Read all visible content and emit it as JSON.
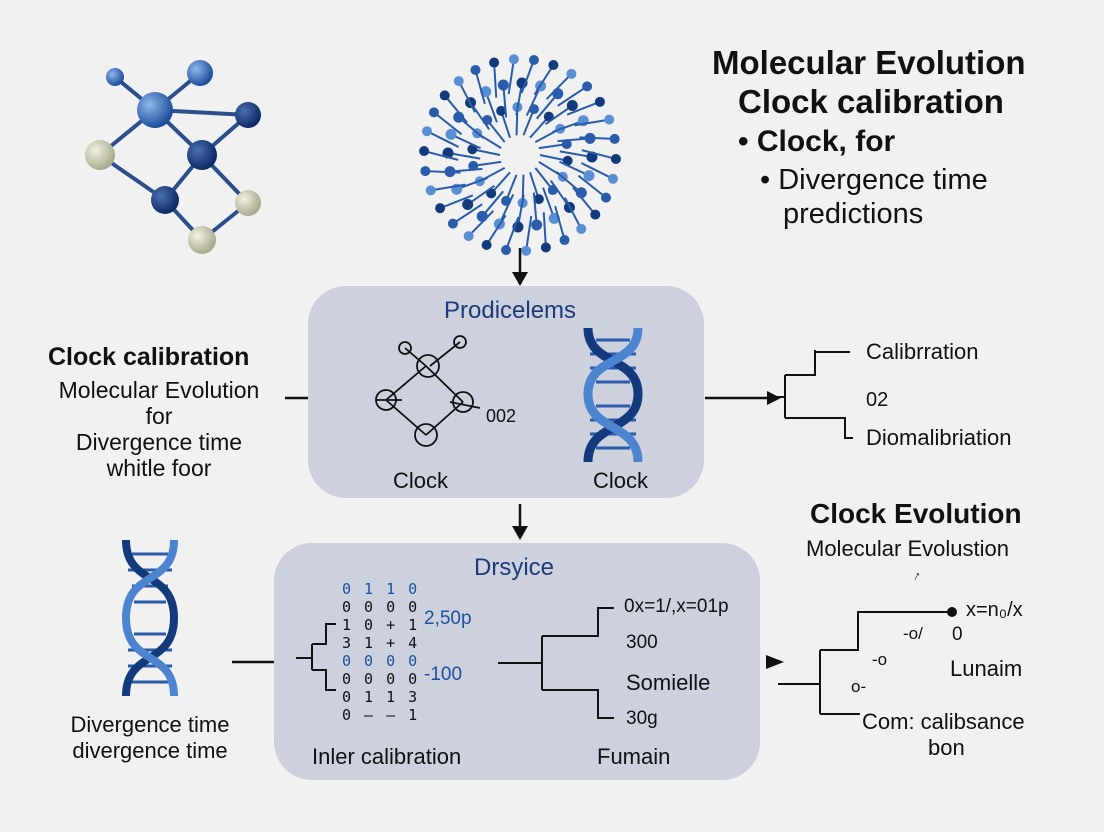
{
  "title": {
    "line1": "Molecular Evolution",
    "line2": "Clock calibration",
    "bullet1": "• Clock, for",
    "bullet2_line1": "• Divergence time",
    "bullet2_line2": "predictions"
  },
  "left_top": {
    "heading": "Clock calibration",
    "line1": "Molecular Evolution",
    "line2": "for",
    "line3": "Divergence time",
    "line4": "whitle foor"
  },
  "box_top": {
    "title": "Prodicelems",
    "label_left": "Clock",
    "label_right": "Clock",
    "molecule_label": "002"
  },
  "right_top": {
    "label_top": "Calibrration",
    "label_mid": "02",
    "label_bottom": "Diomalibriation"
  },
  "box_bottom": {
    "title": "Drsyice",
    "matrix_rows": [
      "0 1 1 0",
      "0 0 0 0",
      "1 0 + 1",
      "3 1 + 4",
      "0 0 0 0",
      "0 0 0 0",
      "0 1 1 3",
      "0 – – 1"
    ],
    "matrix_value1": "2,50p",
    "matrix_value2": "-100",
    "label_left": "Inler calibration",
    "tree_labels": [
      "0x=1/,x=01p",
      "300",
      "Somielle",
      "30g"
    ],
    "label_right": "Fumain"
  },
  "left_bottom": {
    "line1": "Divergence time",
    "line2": "divergence time"
  },
  "right_bottom": {
    "heading": "Clock Evolution",
    "subheading": "Molecular Evolustion",
    "marker": "↑",
    "x_label": "x=n₀/x",
    "zero_label": "0",
    "label_mid": "Lunaim",
    "label_bottom_line1": "Com: calibsance",
    "label_bottom_line2": "bon",
    "glyphs": [
      "-o/",
      "-o",
      "o-"
    ]
  },
  "colors": {
    "background": "#f1f1f1",
    "box_fill": "#cdd0dd",
    "accent_blue": "#1e4fa0",
    "dark_blue": "#123a7c",
    "light_blue": "#5b8fd4"
  }
}
